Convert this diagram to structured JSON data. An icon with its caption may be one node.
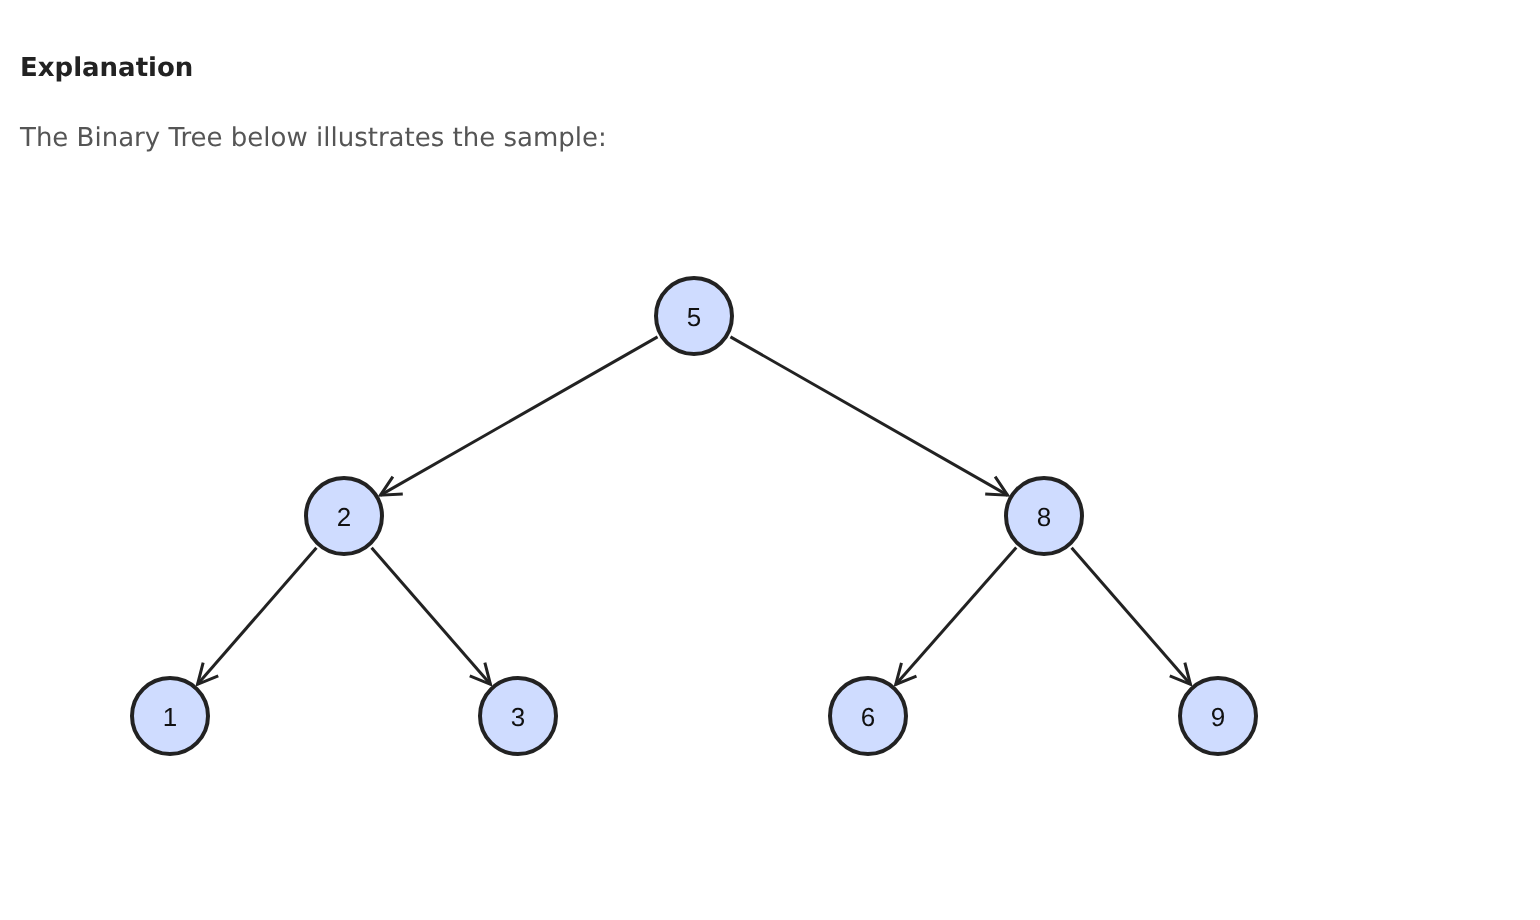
{
  "diagram": {
    "title": "Explanation",
    "labels": [
      "The Binary Tree below illustrates the sample:"
    ],
    "nodes": [
      {
        "text": [
          "5"
        ]
      },
      {
        "text": [
          "2"
        ]
      },
      {
        "text": [
          "8"
        ]
      },
      {
        "text": [
          "1"
        ]
      },
      {
        "text": [
          "3"
        ]
      },
      {
        "text": [
          "6"
        ]
      },
      {
        "text": [
          "9"
        ]
      }
    ],
    "edges": [
      {
        "from": 0,
        "to": 1,
        "arrow": "to"
      },
      {
        "from": 0,
        "to": 2,
        "arrow": "to"
      },
      {
        "from": 1,
        "to": 3,
        "arrow": "to"
      },
      {
        "from": 1,
        "to": 4,
        "arrow": "to"
      },
      {
        "from": 2,
        "to": 5,
        "arrow": "to"
      },
      {
        "from": 2,
        "to": 6,
        "arrow": "to"
      }
    ]
  }
}
